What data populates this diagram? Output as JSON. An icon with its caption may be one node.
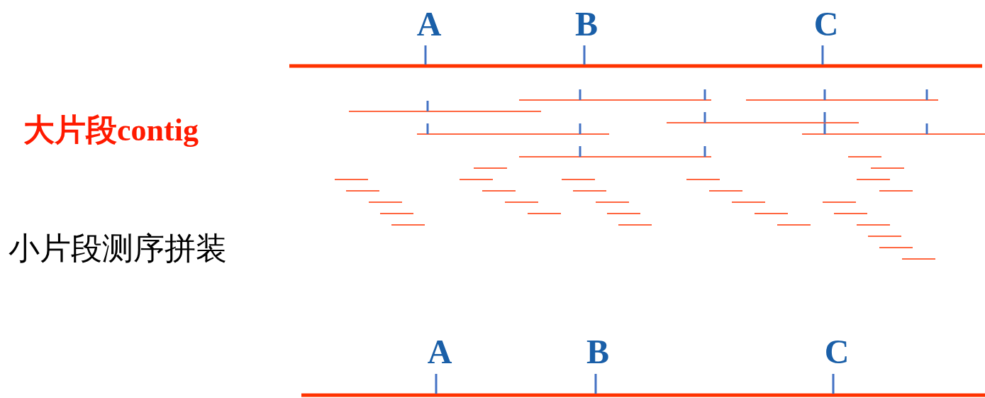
{
  "diagram": {
    "labels": [
      "A",
      "B",
      "C",
      "大片段contig",
      "小片段测序拼装",
      "A",
      "B",
      "C"
    ]
  }
}
